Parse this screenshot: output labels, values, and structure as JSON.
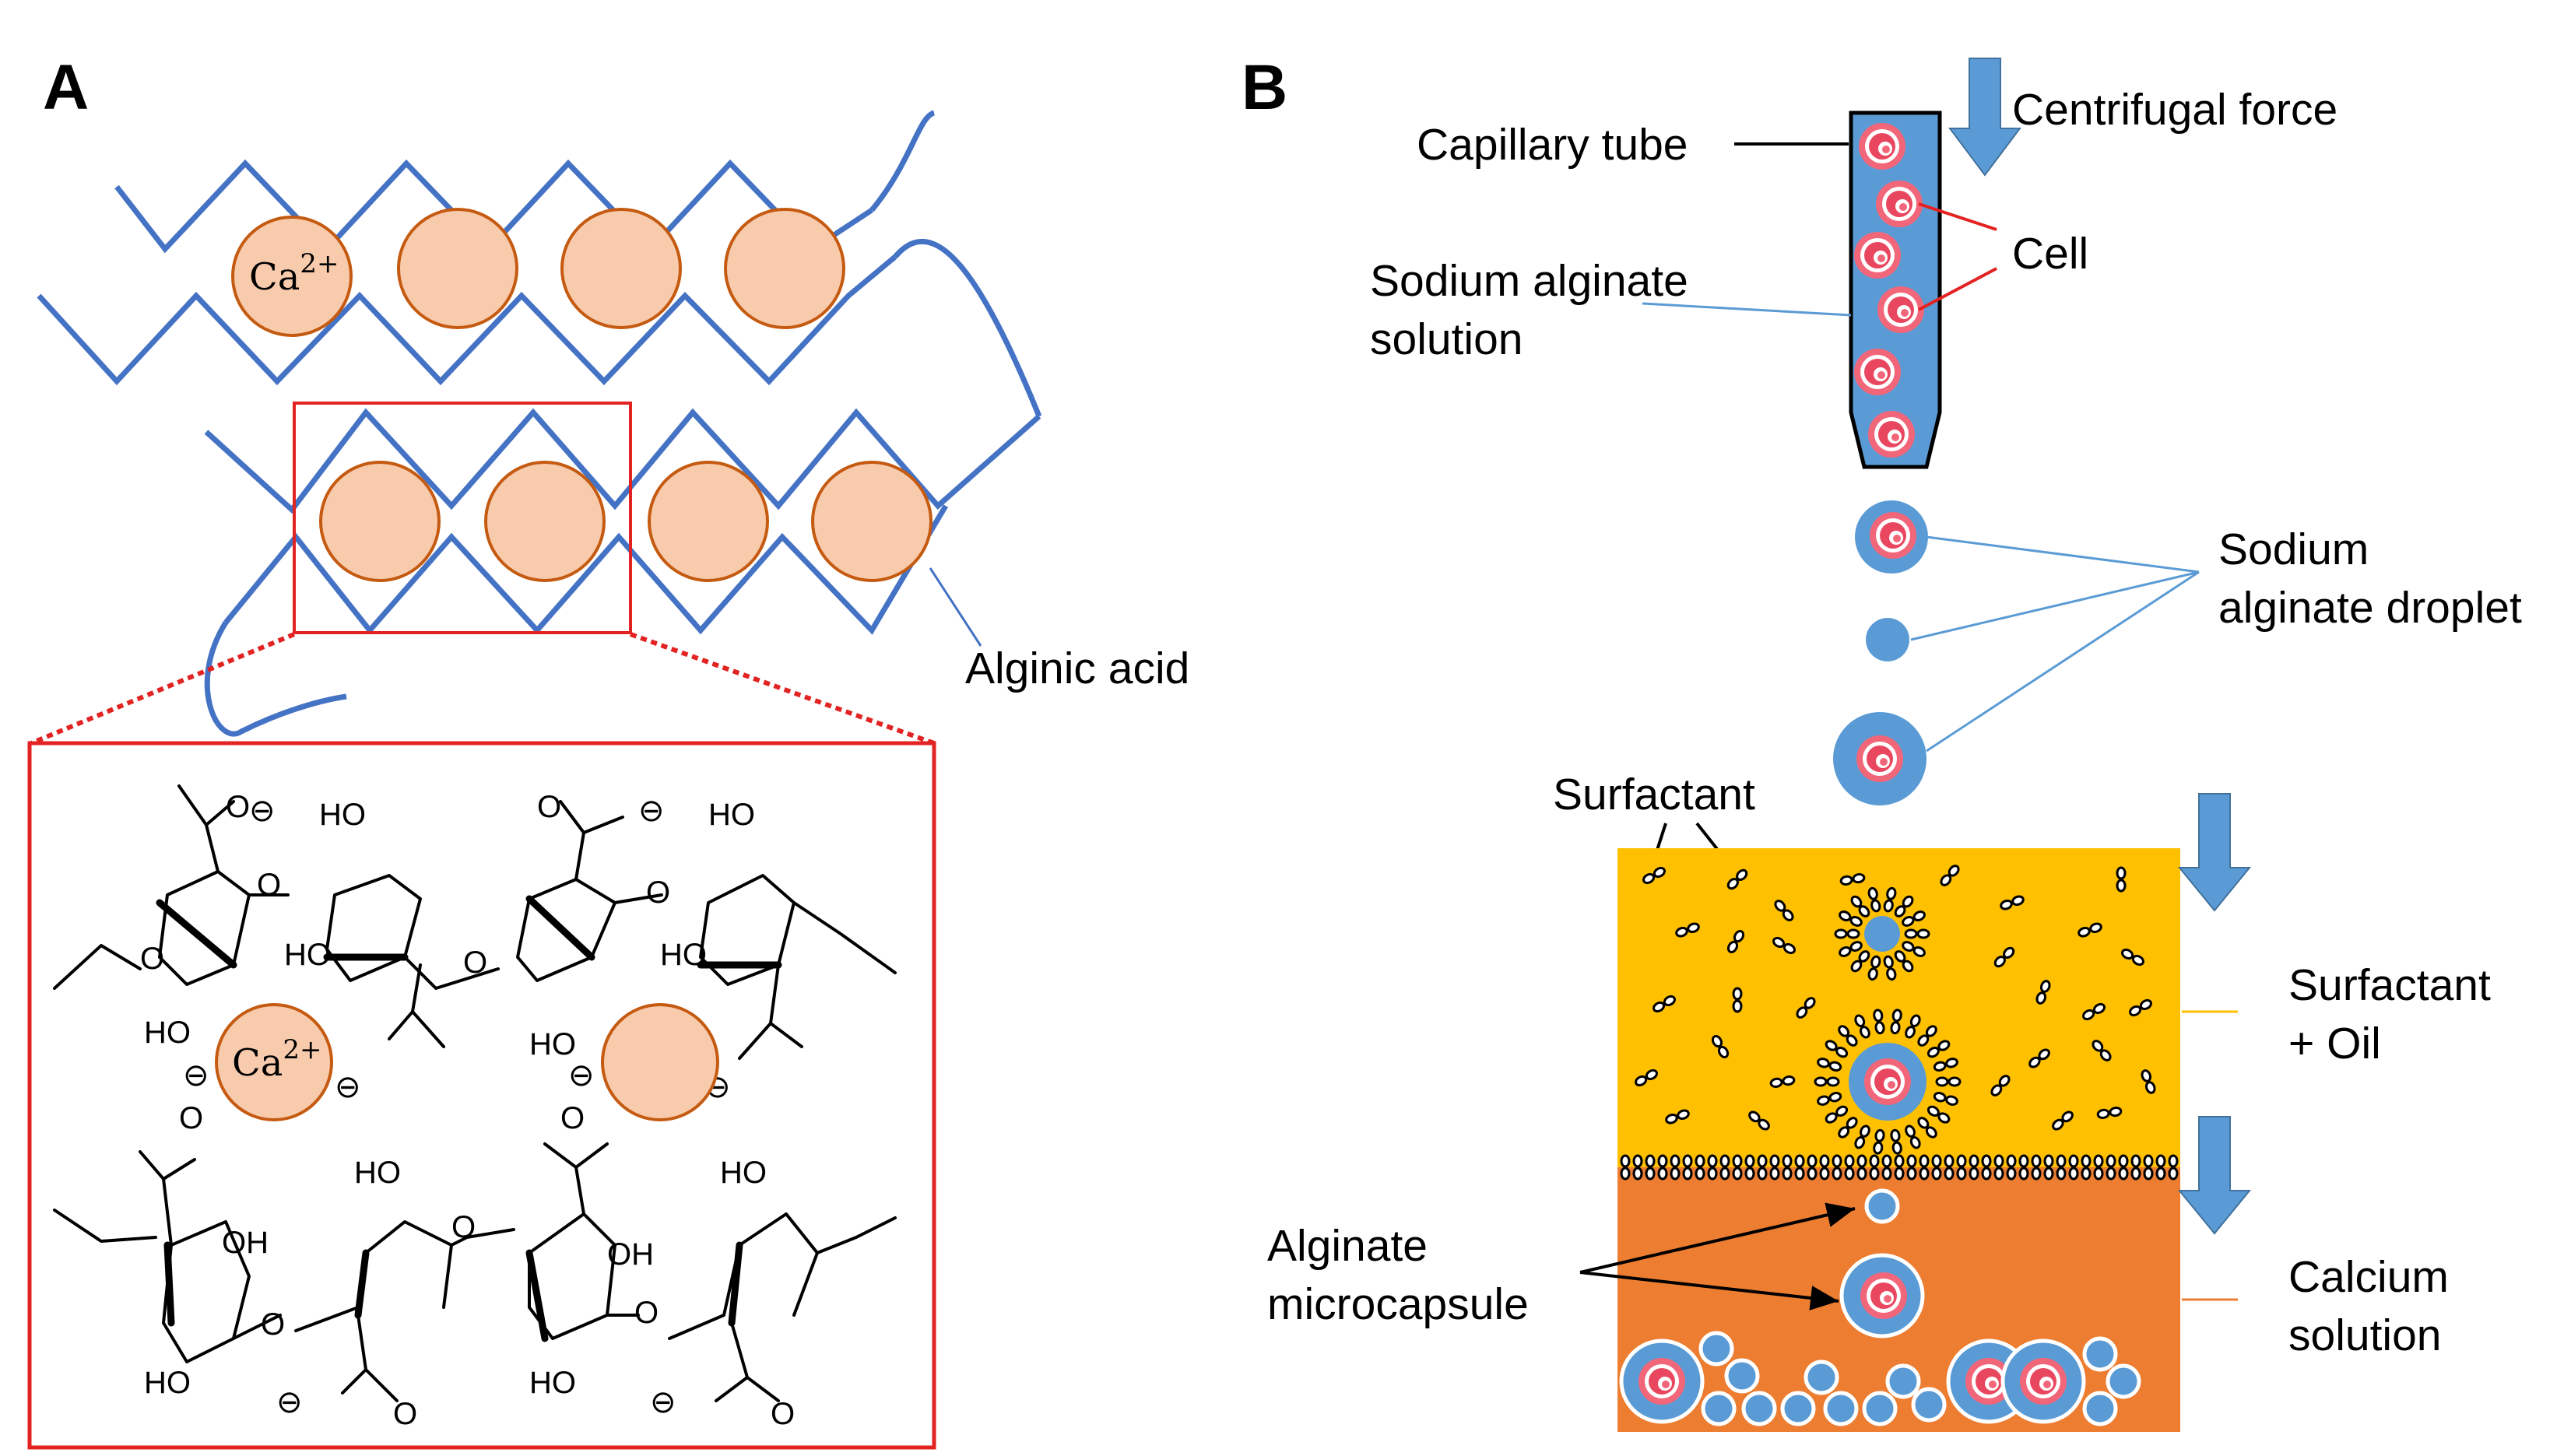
{
  "panels": {
    "a": "A",
    "b": "B"
  },
  "panel_a": {
    "calcium_ion": "Ca",
    "calcium_charge": "2+",
    "polymer_label": "Alginic acid",
    "chem": {
      "hydroxyl": "HO",
      "hydroxyl_right": "OH",
      "oxygen": "O",
      "minus": "⊖"
    }
  },
  "panel_b": {
    "capillary_tube": "Capillary tube",
    "centrifugal_force": "Centrifugal force",
    "cell": "Cell",
    "alginate_solution_1": "Sodium alginate",
    "alginate_solution_2": "solution",
    "droplet_1": "Sodium",
    "droplet_2": "alginate droplet",
    "surfactant": "Surfactant",
    "surfactant_oil_1": "Surfactant",
    "surfactant_oil_2": "+ Oil",
    "microcapsule_1": "Alginate",
    "microcapsule_2": "microcapsule",
    "calcium_solution_1": "Calcium",
    "calcium_solution_2": "solution"
  },
  "colors": {
    "chain": "#4472C4",
    "calcium": "#F8CBAD",
    "calcium_edge": "#C55A11",
    "frame": "#E32222",
    "oil": "#FFC000",
    "calcium_bath": "#ED7D31",
    "alginate": "#5B9BD5"
  }
}
